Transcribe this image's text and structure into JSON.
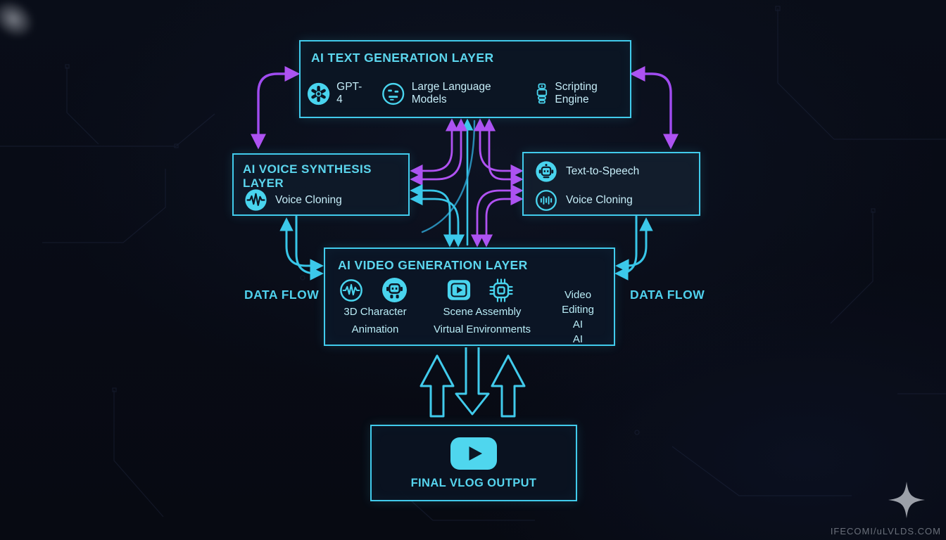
{
  "colors": {
    "cyan": "#41cbec",
    "purple": "#a94ff0",
    "box_fill": "#0c1524",
    "title_text": "#5cd6ee",
    "body_text": "#c6edf8"
  },
  "diagram": {
    "text_layer": {
      "title": "AI TEXT GENERATION LAYER",
      "items": [
        {
          "icon": "gpt-icon",
          "label": "GPT-4"
        },
        {
          "icon": "llm-icon",
          "label": "Large Language Models"
        },
        {
          "icon": "scripting-engine-icon",
          "label": "Scripting Engine"
        }
      ]
    },
    "voice_layer": {
      "title": "AI VOICE SYNTHESIS LAYER",
      "items": [
        {
          "icon": "waveform-icon",
          "label": "Voice Cloning"
        }
      ]
    },
    "speech_box": {
      "items": [
        {
          "icon": "tts-robot-icon",
          "label": "Text-to-Speech"
        },
        {
          "icon": "waveform-outline-icon",
          "label": "Voice Cloning"
        }
      ]
    },
    "video_layer": {
      "title": "AI VIDEO GENERATION LAYER",
      "icons": [
        "waveform-outline-icon",
        "robot-icon",
        "scene-play-icon",
        "chip-icon"
      ],
      "caption_3d_1": "3D Character",
      "caption_3d_2": "Animation",
      "caption_scene_1": "Scene Assembly",
      "caption_scene_2": "Virtual Environments",
      "side_1": "Video",
      "side_2": "Editing AI",
      "side_3": "AI"
    },
    "output_box": {
      "icon": "youtube-play-icon",
      "title": "FINAL VLOG OUTPUT"
    },
    "labels": {
      "data_flow_left": "DATA FLOW",
      "data_flow_right": "DATA FLOW"
    },
    "watermark": "IFECOMI/uLVLDS.COM"
  }
}
